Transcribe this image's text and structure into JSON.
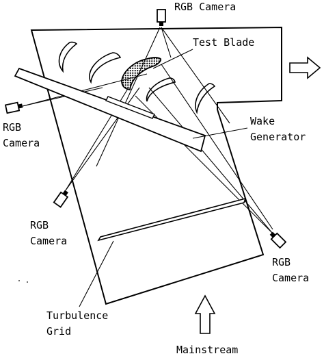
{
  "colors": {
    "ink": "#000000",
    "background": "#ffffff"
  },
  "labels": {
    "camera_top_line1": "RGB Camera",
    "test_blade": "Test Blade",
    "camera_left_line1": "RGB",
    "camera_left_line2": "Camera",
    "wake_generator_line1": "Wake",
    "wake_generator_line2": "Generator",
    "camera_lower_left_line1": "RGB",
    "camera_lower_left_line2": "Camera",
    "camera_lower_right_line1": "RGB",
    "camera_lower_right_line2": "Camera",
    "turbulence_grid_line1": "Turbulence",
    "turbulence_grid_line2": "Grid",
    "mainstream": "Mainstream"
  },
  "icons": {
    "camera": "camera-icon",
    "flow_arrow": "hollow-arrow-icon",
    "blade": "airfoil-blade-icon"
  }
}
